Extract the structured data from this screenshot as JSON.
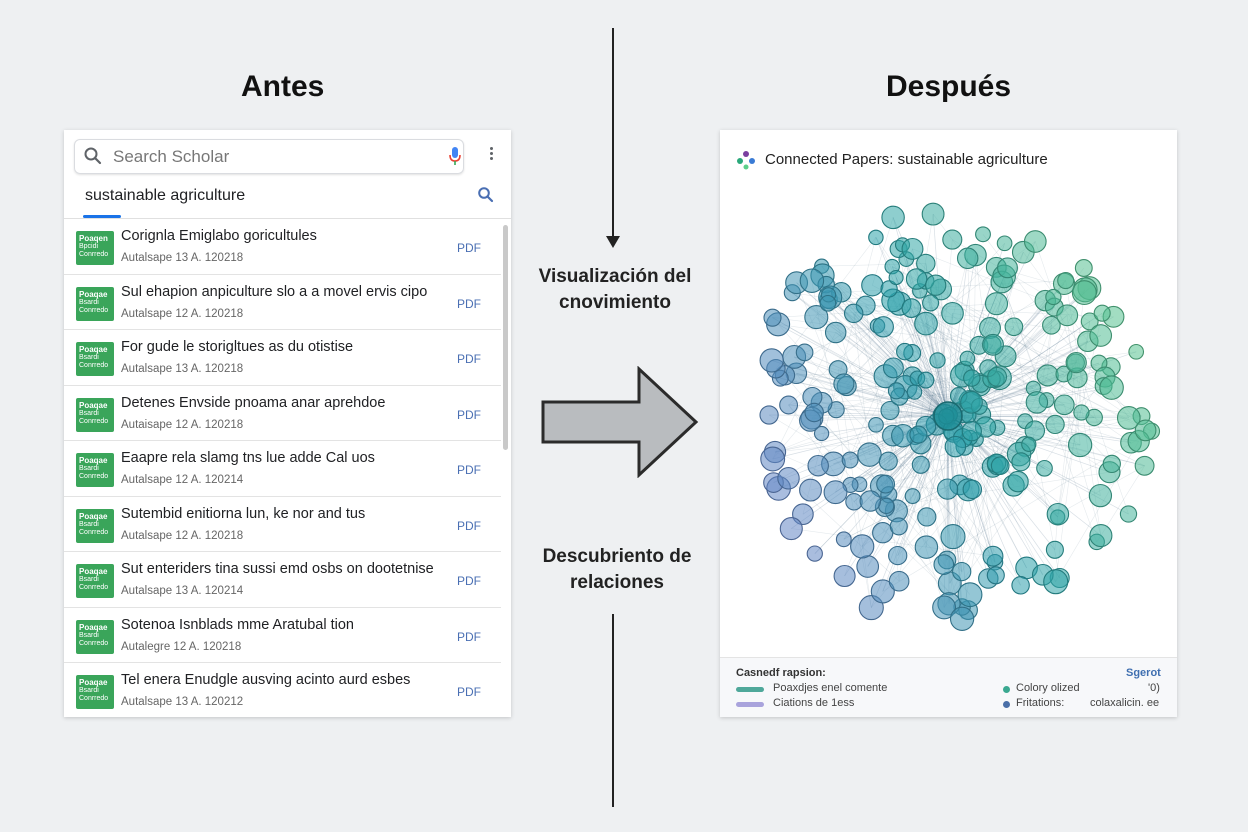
{
  "headings": {
    "before": "Antes",
    "after": "Después"
  },
  "scholar": {
    "search_placeholder": "Search Scholar",
    "query": "sustainable agriculture",
    "results": [
      {
        "thumb_title": "Poaqen",
        "thumb_lines": [
          "Bpcidi",
          "Conrredo"
        ],
        "title": "Corignla Emiglabo goricultules",
        "meta": "Autalsape 13 A. 120218",
        "link": "PDF"
      },
      {
        "thumb_title": "Poaqae",
        "thumb_lines": [
          "Bsardi",
          "Conrredo"
        ],
        "title": "Sul ehapion anpiculture slo a a movel ervis cipo",
        "meta": "Autalsape 12 A. 120218",
        "link": "PDF"
      },
      {
        "thumb_title": "Poaqae",
        "thumb_lines": [
          "Bsardi",
          "Conrredo"
        ],
        "title": "For gude le storigltues as du otistise",
        "meta": "Autalsape 13 A. 120218",
        "link": "PDF"
      },
      {
        "thumb_title": "Poaqae",
        "thumb_lines": [
          "Bsardi",
          "Conrredo"
        ],
        "title": "Detenes Envside pnoama anar aprehdoe",
        "meta": "Autaisape 12 A. 120218",
        "link": "PDF"
      },
      {
        "thumb_title": "Poaqae",
        "thumb_lines": [
          "Bsardi",
          "Conrredo"
        ],
        "title": "Eaapre rela slamg tns lue adde Cal uos",
        "meta": "Autalsape 12 A. 120214",
        "link": "PDF"
      },
      {
        "thumb_title": "Poaqae",
        "thumb_lines": [
          "Bsardi",
          "Conrredo"
        ],
        "title": "Sutembid enitiorna lun, ke nor and tus",
        "meta": "Autalsape 12 A. 120218",
        "link": "PDF"
      },
      {
        "thumb_title": "Poaqae",
        "thumb_lines": [
          "Bsardi",
          "Conrredo"
        ],
        "title": "Sut enteriders tina sussi emd osbs on dootetnise",
        "meta": "Autalsape 13 A. 120214",
        "link": "PDF"
      },
      {
        "thumb_title": "Poaqae",
        "thumb_lines": [
          "Bsardi",
          "Conrredo"
        ],
        "title": "Sotenoa Isnblads mme Aratubal tion",
        "meta": "Autalegre 12 A. 120218",
        "link": "PDF"
      },
      {
        "thumb_title": "Poaqae",
        "thumb_lines": [
          "Bsardi",
          "Conrredo"
        ],
        "title": "Tel enera Enudgle ausving acinto aurd esbes",
        "meta": "Autalsape 13 A. 120212",
        "link": "PDF"
      }
    ]
  },
  "middle": {
    "label_top_line1": "Visualización del",
    "label_top_line2": "cnovimiento",
    "label_bottom_line1": "Descubriento de",
    "label_bottom_line2": "relaciones"
  },
  "connected_papers": {
    "title": "Connected Papers: sustainable agriculture",
    "legend": {
      "title": "Casnedf rapsion:",
      "link": "Sgerot",
      "item1": "Poaxdjes enel comente",
      "item2": "Ciations de 1ess",
      "item3": "Colory olized",
      "item4": "Fritations:",
      "value1": "'0)",
      "value2": "colaxalicin. ee"
    }
  },
  "icons": [
    "search-icon",
    "mic-icon",
    "more-vert-icon",
    "connected-papers-logo-icon"
  ],
  "colors": {
    "accent_blue": "#1a73e8",
    "thumb_green": "#3aa55a",
    "graph_green": "#5ccf8a",
    "graph_teal": "#2aa8a0",
    "graph_purple": "#8a7fd6"
  }
}
